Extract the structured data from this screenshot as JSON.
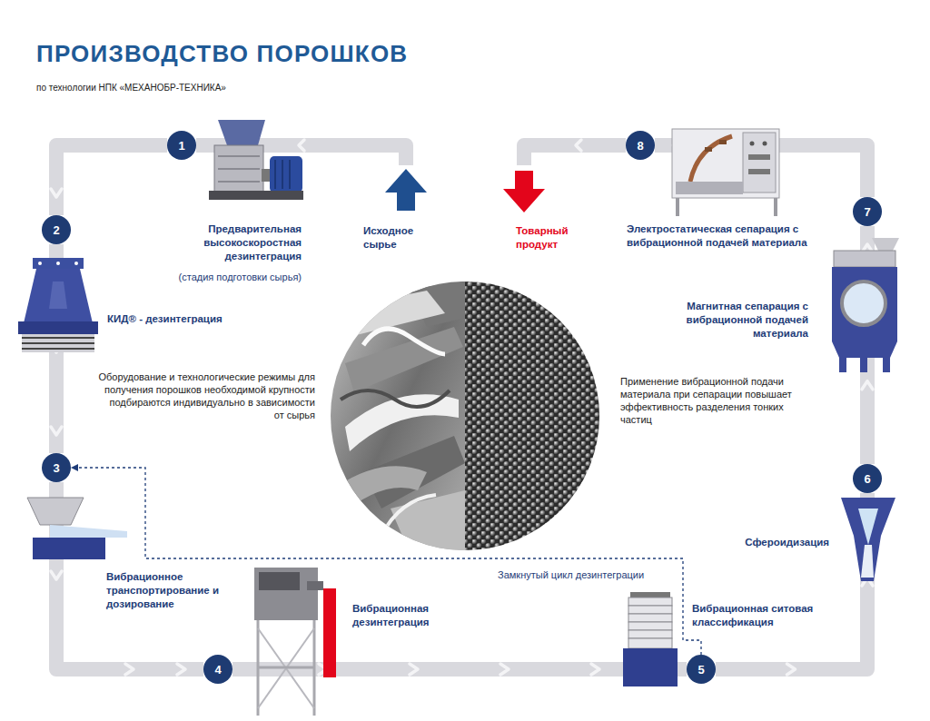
{
  "diagram": {
    "title": "ПРОИЗВОДСТВО ПОРОШКОВ",
    "nodes": [
      {
        "text": [
          "1"
        ]
      },
      {
        "text": [
          "2"
        ]
      },
      {
        "text": [
          "3"
        ]
      },
      {
        "text": [
          "4"
        ]
      },
      {
        "text": [
          "5"
        ]
      },
      {
        "text": [
          "6"
        ]
      },
      {
        "text": [
          "7"
        ]
      },
      {
        "text": [
          "8"
        ]
      }
    ],
    "edges": [
      {
        "from": 0,
        "to": 1,
        "arrow": "to"
      },
      {
        "from": 1,
        "to": 2,
        "arrow": "to"
      },
      {
        "from": 2,
        "to": 3,
        "arrow": "to"
      },
      {
        "from": 3,
        "to": 4,
        "arrow": "to"
      },
      {
        "from": 4,
        "to": 5,
        "arrow": "to"
      },
      {
        "from": 5,
        "to": 6,
        "arrow": "to"
      },
      {
        "from": 6,
        "to": 7,
        "arrow": "to"
      },
      {
        "from": 4,
        "to": 2,
        "label": "Замкнутый цикл дезинтеграции",
        "arrow": "to"
      }
    ],
    "labels": [
      "по технологии НПК «МЕХАНОБР-ТЕХНИКА»",
      "Предварительная высокоскоростная дезинтеграция",
      "(стадия подготовки сырья)",
      "Исходное сырье",
      "Товарный продукт",
      "Электростатическая сепарация с вибрационной подачей материала",
      "КИД® - дезинтеграция",
      "Магнитная сепарация с вибрационной подачей материала",
      "Оборудование и технологические режимы для получения порошков необходимой крупности подбираются индивидуально в зависимости от сырья",
      "Применение вибрационной подачи материала при сепарации повышает эффективность разделения тонких частиц",
      "Сфероидизация",
      "Вибрационное транспортирование и дозирование",
      "Вибрационная дезинтеграция",
      "Вибрационная ситовая классификация"
    ]
  }
}
